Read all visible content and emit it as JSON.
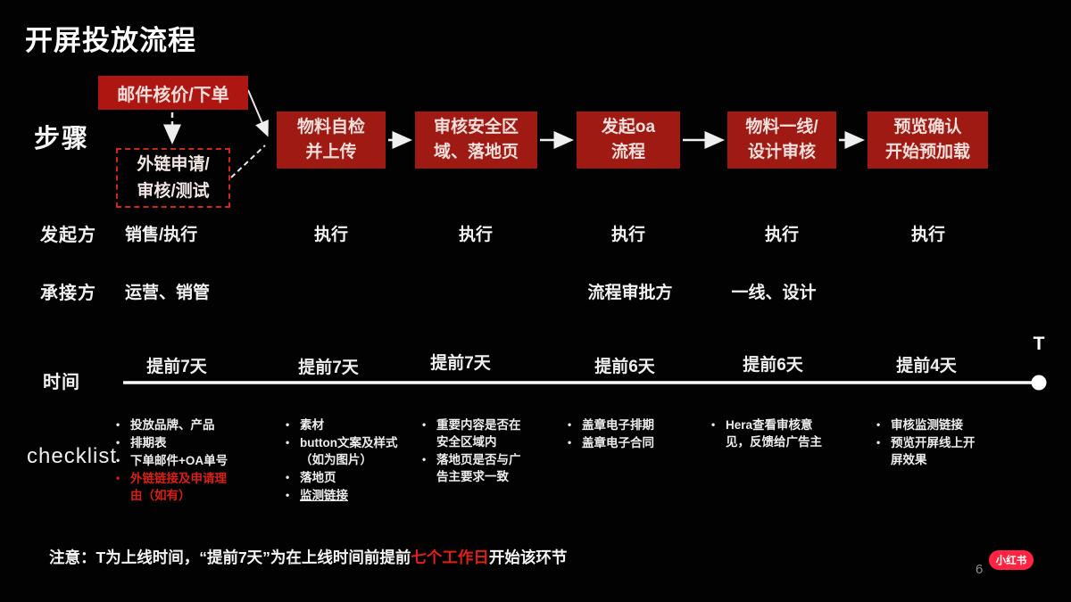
{
  "title": "开屏投放流程",
  "step_label": "步骤",
  "flow": {
    "email_box": "邮件核价/下单",
    "external_link_box": "外链申请/\n审核/测试",
    "boxes": [
      "物料自检\n并上传",
      "审核安全区\n域、落地页",
      "发起oa\n流程",
      "物料一线/\n设计审核",
      "预览确认\n开始预加载"
    ]
  },
  "rows": {
    "initiator": {
      "label": "发起方",
      "values": [
        "销售/执行",
        "执行",
        "执行",
        "执行",
        "执行",
        "执行"
      ]
    },
    "receiver": {
      "label": "承接方",
      "col0": "运营、销管",
      "col3": "流程审批方",
      "col4": "一线、设计"
    },
    "time": {
      "label": "时间",
      "values": [
        "提前7天",
        "提前7天",
        "提前7天",
        "提前6天",
        "提前6天",
        "提前4天"
      ],
      "t_marker": "T"
    }
  },
  "checklist": {
    "label": "checklist",
    "cols": [
      {
        "items": [
          {
            "text": "投放品牌、产品"
          },
          {
            "text": "排期表"
          },
          {
            "text": "下单邮件+OA单号"
          },
          {
            "text": "外链链接及申请理\n由（如有）",
            "red": true
          }
        ]
      },
      {
        "items": [
          {
            "text": "素材"
          },
          {
            "text": "button文案及样式\n（如为图片）"
          },
          {
            "text": "落地页"
          },
          {
            "text": "监测链接",
            "underline": true
          }
        ]
      },
      {
        "items": [
          {
            "text": "重要内容是否在\n安全区域内"
          },
          {
            "text": "落地页是否与广\n告主要求一致"
          }
        ]
      },
      {
        "items": [
          {
            "text": "盖章电子排期"
          },
          {
            "text": "盖章电子合同"
          }
        ]
      },
      {
        "items": [
          {
            "text": "Hera查看审核意\n见，反馈给广告主"
          }
        ]
      },
      {
        "items": [
          {
            "text": "审核监测链接"
          },
          {
            "text": "预览开屏线上开\n屏效果"
          }
        ]
      }
    ]
  },
  "note": {
    "prefix": "注意：T为上线时间，“提前7天”为在上线时间前提前",
    "highlight": "七个工作日",
    "suffix": "开始该环节"
  },
  "footer": {
    "logo": "小红书",
    "page": "6"
  },
  "colors": {
    "background": "#000000",
    "box_red": "#9e1a12",
    "top_box_red": "#ad1611",
    "dashed_border_red": "#d02718",
    "highlight_red": "#e02015",
    "logo_red": "#ff2442"
  }
}
